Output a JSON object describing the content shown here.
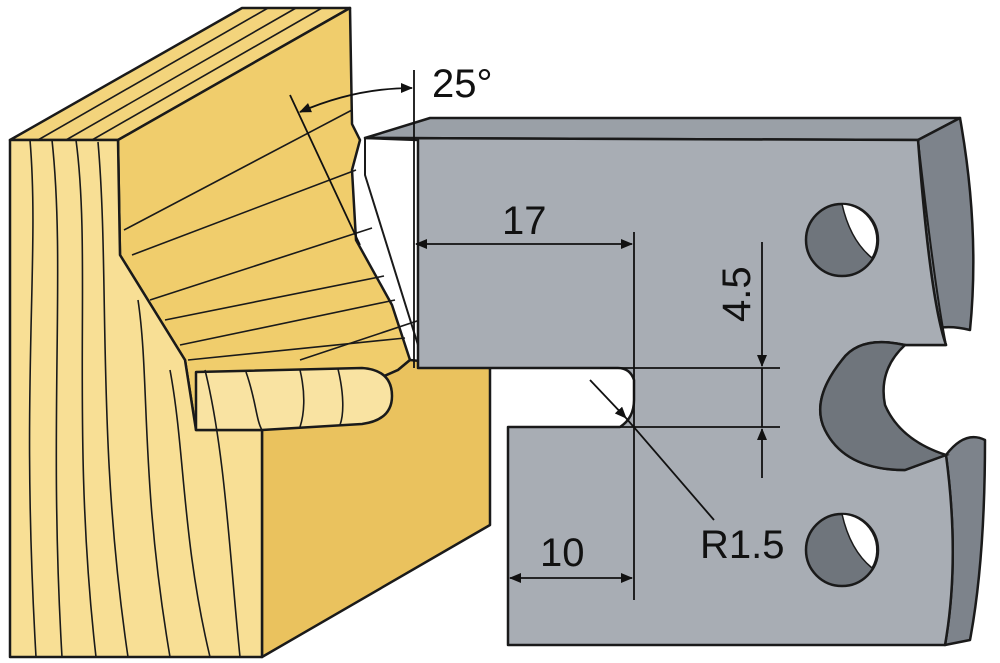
{
  "diagram": {
    "subject": "cutter profile knife with wood moulding",
    "dimensions": {
      "angle": "25°",
      "width_upper": "17",
      "height_step": "4.5",
      "width_lower": "10",
      "radius": "R1.5"
    },
    "colors": {
      "wood_light": "#f7dc8a",
      "wood_mid": "#eecb6a",
      "wood_dark": "#e2b94f",
      "wood_endgrain": "#fbe6a6",
      "steel_face": "#a8adb4",
      "steel_side": "#7d838b",
      "steel_hole": "#6f757c",
      "outline": "#1a1a1a"
    }
  }
}
